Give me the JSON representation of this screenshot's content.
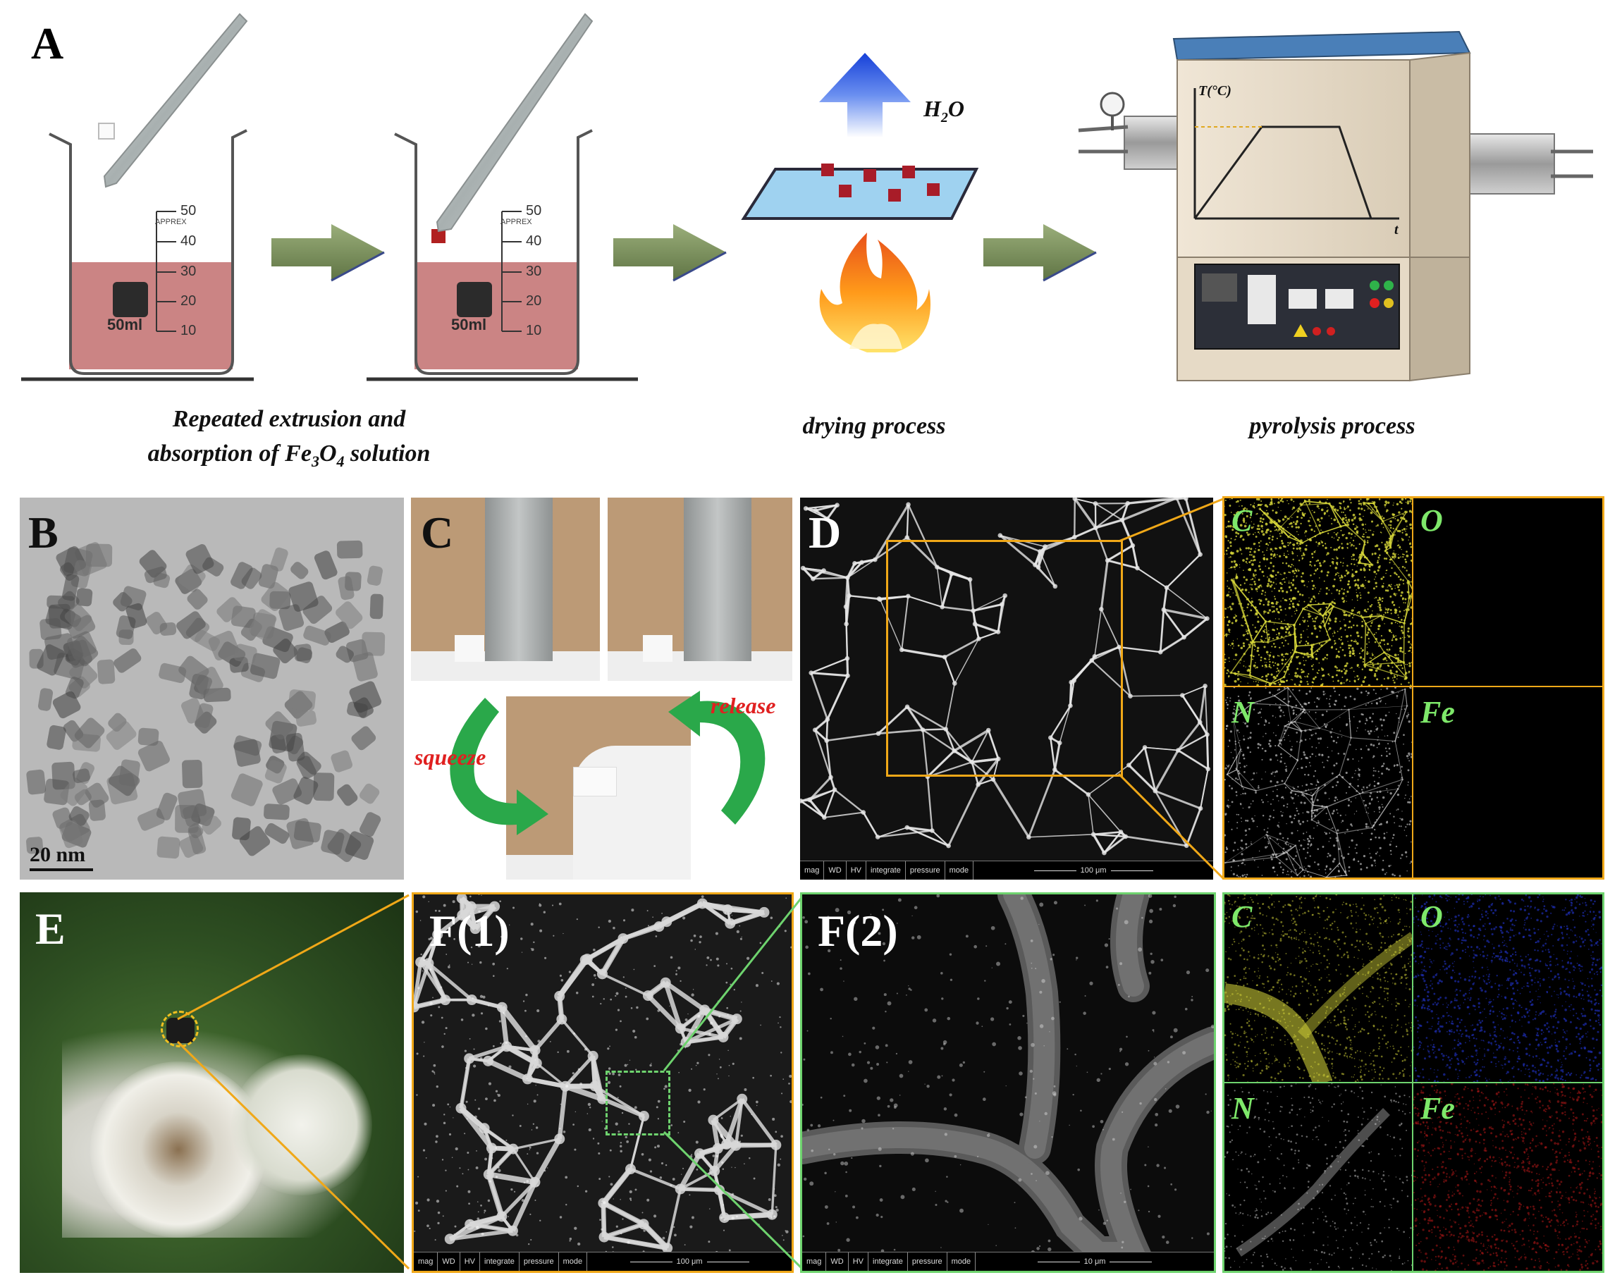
{
  "panels": {
    "A": {
      "letter": "A",
      "beaker1": {
        "volume": "50ml",
        "brand": "APPREX",
        "ticks": [
          "50",
          "40",
          "30",
          "20",
          "10"
        ]
      },
      "beaker2": {
        "volume": "50ml",
        "brand": "APPREX",
        "ticks": [
          "50",
          "40",
          "30",
          "20",
          "10"
        ]
      },
      "vapor_label": "H",
      "vapor_sub": "2",
      "vapor_tail": "O",
      "furnace_y_axis": "T(°C)",
      "furnace_x_axis": "t",
      "caption_1_line1": "Repeated extrusion and",
      "caption_1_line2_pre": "absorption of Fe",
      "caption_1_sub1": "3",
      "caption_1_mid": "O",
      "caption_1_sub2": "4",
      "caption_1_post": " solution",
      "caption_2": "drying process",
      "caption_3": "pyrolysis process"
    },
    "B": {
      "letter": "B",
      "scale_bar": "20 nm"
    },
    "C": {
      "letter": "C",
      "squeeze": "squeeze",
      "release": "release"
    },
    "D": {
      "letter": "D",
      "sem_bar": {
        "mag": "mag",
        "wd": "WD",
        "hv": "HV",
        "integrate": "integrate",
        "pressure": "pressure",
        "mode": "mode",
        "scale": "100 μm"
      },
      "maps": [
        "C",
        "O",
        "N",
        "Fe"
      ]
    },
    "E": {
      "letter": "E"
    },
    "F1": {
      "letter": "F(1)",
      "sem_bar": {
        "mag": "mag",
        "wd": "WD",
        "hv": "HV",
        "integrate": "integrate",
        "pressure": "pressure",
        "mode": "mode",
        "scale": "100 μm"
      }
    },
    "F2": {
      "letter": "F(2)",
      "sem_bar": {
        "mag": "mag",
        "wd": "WD",
        "hv": "HV",
        "integrate": "integrate",
        "pressure": "pressure",
        "mode": "mode",
        "scale": "10 μm"
      },
      "maps": [
        "C",
        "O",
        "N",
        "Fe"
      ]
    }
  },
  "colors": {
    "frame_orange": "#f0a818",
    "frame_green": "#6ed36e",
    "arrow_green": "#7a8f5c",
    "map_yellow": "#d8d83a",
    "map_blue": "#2233cc",
    "map_red": "#b01818",
    "label_green": "#7ee86a",
    "label_red": "#e02020"
  }
}
